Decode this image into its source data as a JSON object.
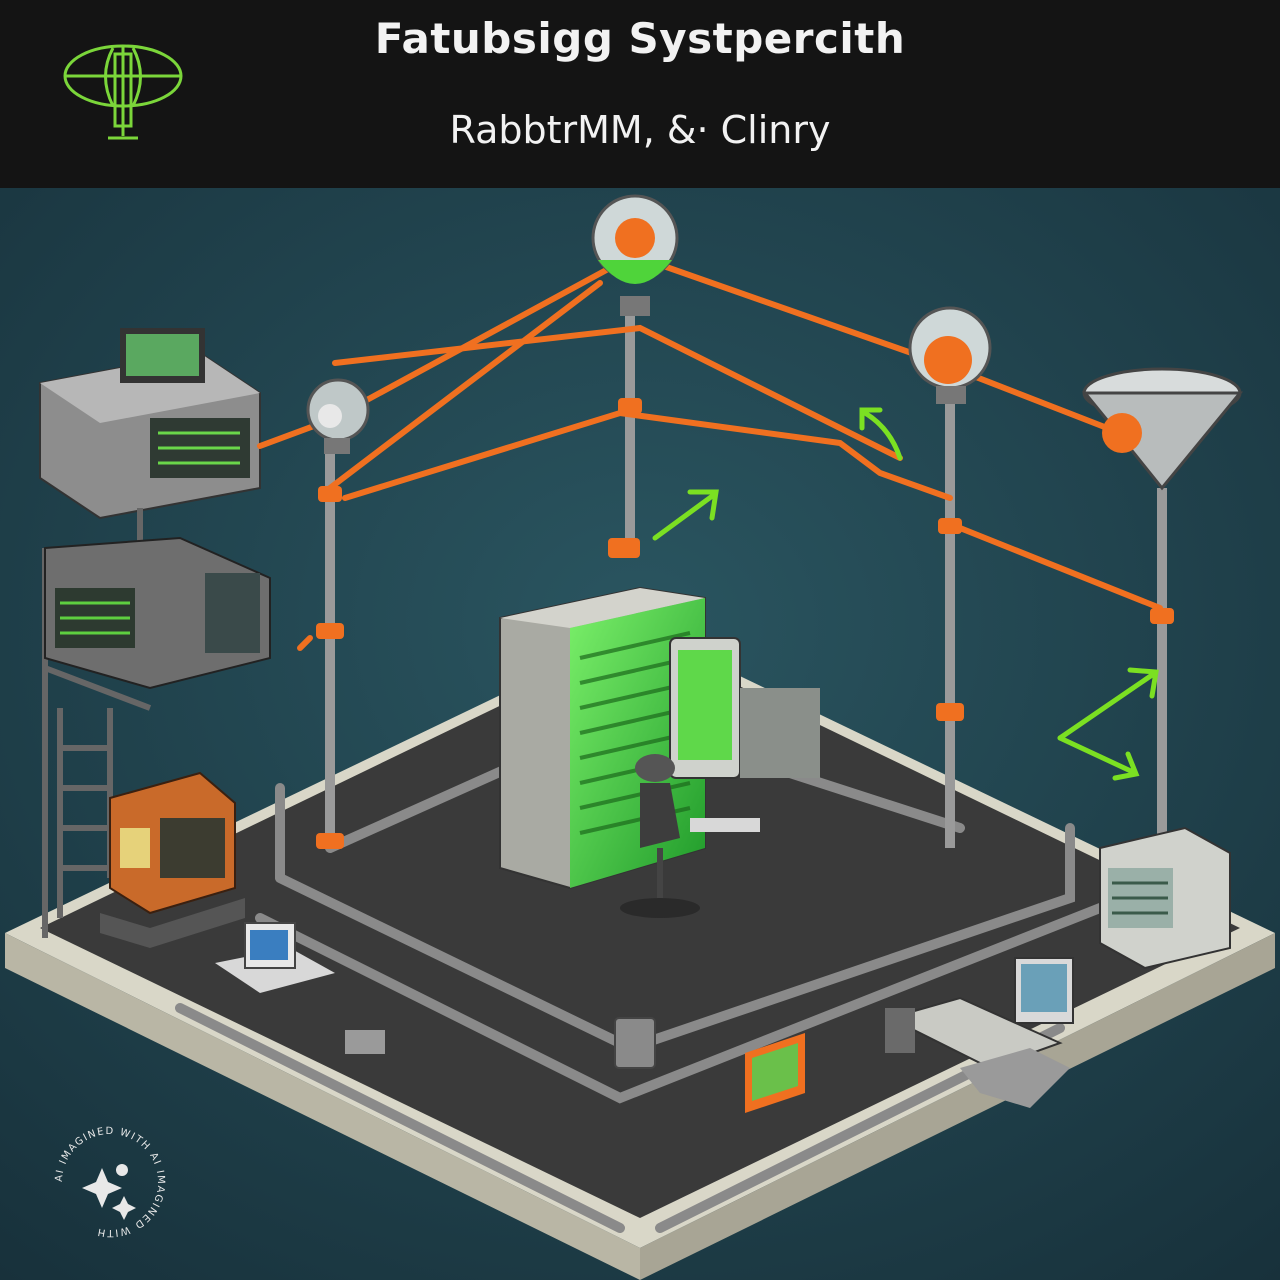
{
  "header": {
    "title": "Fatubsigg Systpercith",
    "subtitle": "RabbtrMM, &· Clinry"
  },
  "logo": {
    "icon": "antenna-logo-icon",
    "color": "#7bd63a"
  },
  "watermark": {
    "text": "AI IMAGINED WITH AI IMAGINED WITH",
    "icon": "sparkle-icon"
  },
  "colors": {
    "background": "#1f3a42",
    "header": "#141414",
    "pipe_orange": "#f07020",
    "screen_green": "#3fd43a",
    "arrow_green": "#7be022",
    "floor": "#3a3a3a"
  }
}
